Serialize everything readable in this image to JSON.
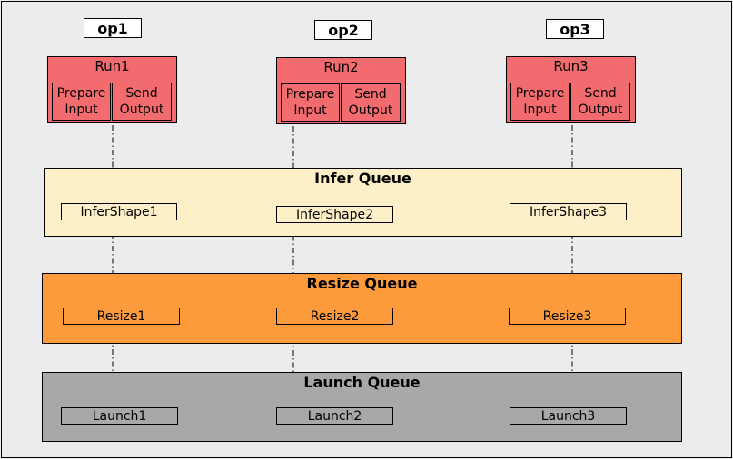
{
  "ops": [
    {
      "label": "op1",
      "run": "Run1",
      "prepare": [
        "Prepare",
        "Input"
      ],
      "send": [
        "Send",
        "Output"
      ]
    },
    {
      "label": "op2",
      "run": "Run2",
      "prepare": [
        "Prepare",
        "Input"
      ],
      "send": [
        "Send",
        "Output"
      ]
    },
    {
      "label": "op3",
      "run": "Run3",
      "prepare": [
        "Prepare",
        "Input"
      ],
      "send": [
        "Send",
        "Output"
      ]
    }
  ],
  "queues": {
    "infer": {
      "title": "Infer Queue",
      "color": "#fdefc8",
      "tasks": [
        "InferShape1",
        "InferShape2",
        "InferShape3"
      ]
    },
    "resize": {
      "title": "Resize Queue",
      "color": "#fd9a3c",
      "tasks": [
        "Resize1",
        "Resize2",
        "Resize3"
      ]
    },
    "launch": {
      "title": "Launch Queue",
      "color": "#a8a8a8",
      "tasks": [
        "Launch1",
        "Launch2",
        "Launch3"
      ]
    }
  },
  "colors": {
    "run": "#f26b6f",
    "background": "#ececec"
  }
}
